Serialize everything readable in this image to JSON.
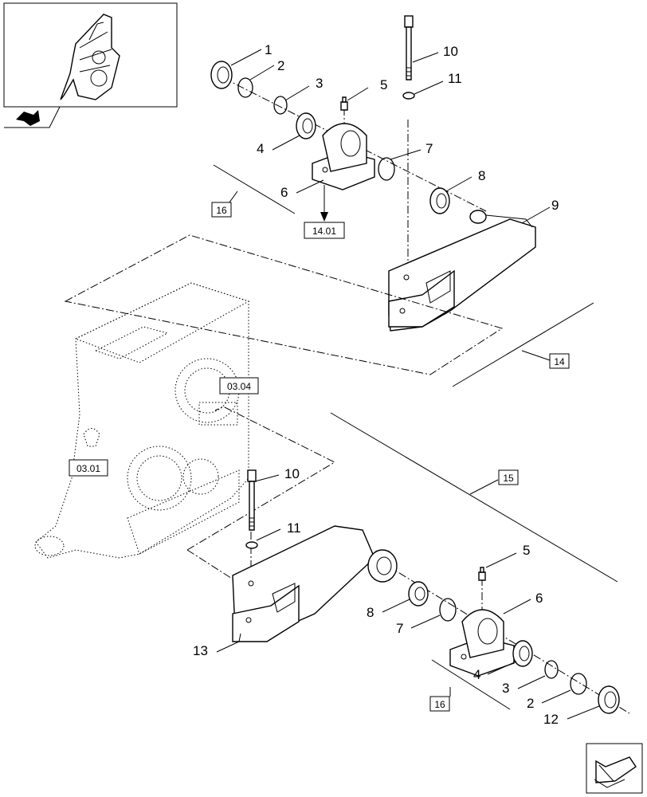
{
  "callouts": {
    "c1_top": "1",
    "c2_top": "2",
    "c3_top": "3",
    "c4_top": "4",
    "c5_top": "5",
    "c6_top": "6",
    "c7_top": "7",
    "c8_top": "8",
    "c9_top": "9",
    "c10_top": "10",
    "c11_top": "11",
    "c10_bot": "10",
    "c11_bot": "11",
    "c5_bot": "5",
    "c6_bot": "6",
    "c8_bot": "8",
    "c7_bot": "7",
    "c4_bot": "4",
    "c3_bot": "3",
    "c2_bot": "2",
    "c12_bot": "12",
    "c13_bot": "13"
  },
  "references": {
    "ref_14_01": "14.01",
    "ref_03_04": "03.04",
    "ref_03_01": "03.01",
    "ref_16_top": "16",
    "ref_14": "14",
    "ref_15": "15",
    "ref_16_bot": "16"
  },
  "icons": {
    "thumbnail": "assembly-thumbnail-icon",
    "prev": "previous-page-arrow-icon",
    "next": "next-page-arrow-icon"
  }
}
